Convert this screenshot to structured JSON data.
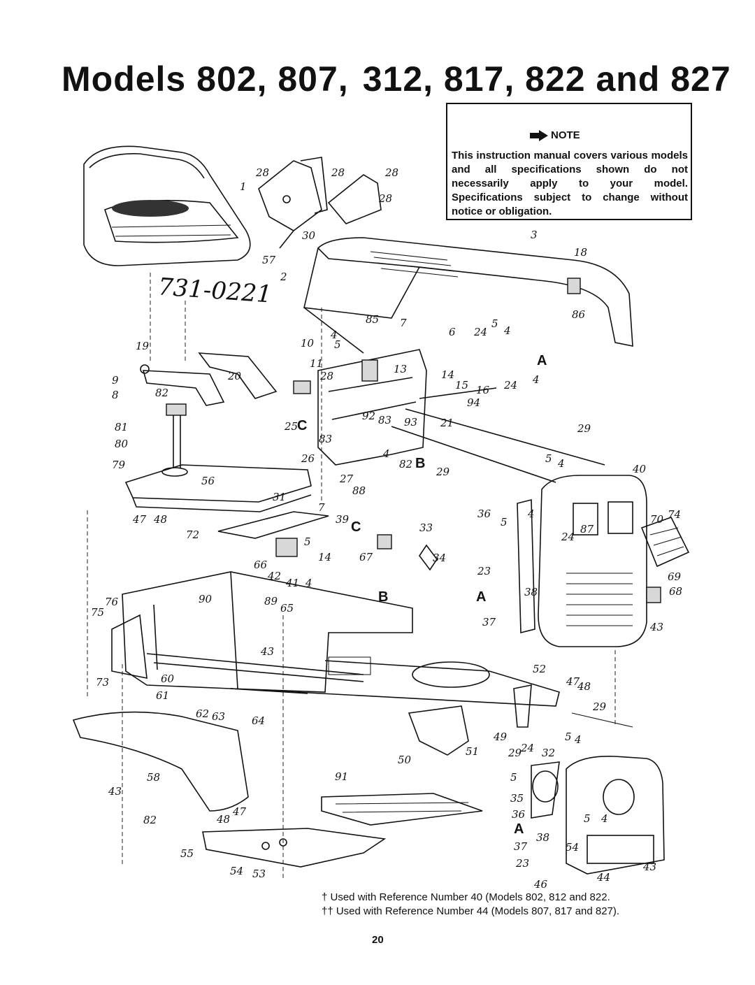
{
  "page": {
    "title": "Models 802, 807,  312, 817, 822 and 827",
    "handwritten_part_number": "731-0221",
    "page_number": "20"
  },
  "note": {
    "heading": "NOTE",
    "icon": "arrow-right-icon",
    "text": "This instruction manual covers various models and all specifications shown do not necessarily apply to your model. Specifications subject to change without notice or obligation."
  },
  "footnotes": [
    "† Used with Reference Number 40 (Models 802, 812 and 822.",
    "†† Used with Reference Number 44 (Models 807, 817 and 827)."
  ],
  "callouts": [
    "1",
    "28",
    "28",
    "28",
    "28",
    "30",
    "3",
    "18",
    "57",
    "2",
    "86",
    "85",
    "7",
    "6",
    "24",
    "5",
    "4",
    "10",
    "5",
    "4",
    "A",
    "19",
    "11",
    "13",
    "14",
    "15",
    "16",
    "24",
    "4",
    "9",
    "20",
    "28",
    "8",
    "82",
    "94",
    "92",
    "83",
    "93",
    "21",
    "29",
    "81",
    "25",
    "C",
    "83",
    "80",
    "26",
    "4",
    "82",
    "B",
    "29",
    "5",
    "4",
    "40",
    "79",
    "56",
    "27",
    "88",
    "47",
    "48",
    "31",
    "7",
    "39",
    "C",
    "33",
    "36",
    "5",
    "4",
    "70",
    "74",
    "72",
    "5",
    "14",
    "67",
    "34",
    "87",
    "24",
    "66",
    "42",
    "41",
    "4",
    "23",
    "69",
    "68",
    "90",
    "89",
    "65",
    "B",
    "A",
    "38",
    "76",
    "75",
    "37",
    "43",
    "43",
    "52",
    "60",
    "47",
    "48",
    "73",
    "61",
    "62",
    "63",
    "64",
    "29",
    "50",
    "51",
    "49",
    "5",
    "4",
    "29",
    "24",
    "32",
    "58",
    "91",
    "5",
    "43",
    "35",
    "82",
    "48",
    "47",
    "36",
    "5",
    "4",
    "A",
    "38",
    "55",
    "54",
    "53",
    "37",
    "23",
    "54",
    "43",
    "46",
    "44"
  ]
}
